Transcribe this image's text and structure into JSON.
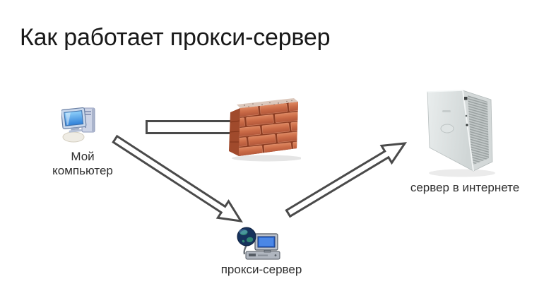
{
  "title": "Как работает прокси-сервер",
  "nodes": {
    "computer": {
      "label": "Мой компьютер",
      "icon": "desktop-computer-icon"
    },
    "firewall": {
      "icon": "brick-wall-firewall-icon"
    },
    "proxy": {
      "label": "прокси-сервер",
      "icon": "globe-and-computer-icon"
    },
    "server": {
      "label": "сервер в интернете",
      "icon": "server-tower-icon"
    }
  },
  "arrows": [
    {
      "id": "computer-to-firewall",
      "from": "computer",
      "to": "firewall",
      "style": "hollow-outline",
      "direction": "right"
    },
    {
      "id": "computer-to-proxy",
      "from": "computer",
      "to": "proxy",
      "style": "hollow-outline",
      "direction": "down-right"
    },
    {
      "id": "proxy-to-server",
      "from": "proxy",
      "to": "server",
      "style": "hollow-outline",
      "direction": "up-right"
    }
  ],
  "colors": {
    "background": "#ffffff",
    "title_text": "#191919",
    "label_text": "#2f2f2f",
    "arrow_outline": "#4a4a4a",
    "arrow_fill": "#ffffff",
    "brick_front": "#c96a46",
    "brick_side": "#a04a2c",
    "server_body": "#dde2e2"
  }
}
